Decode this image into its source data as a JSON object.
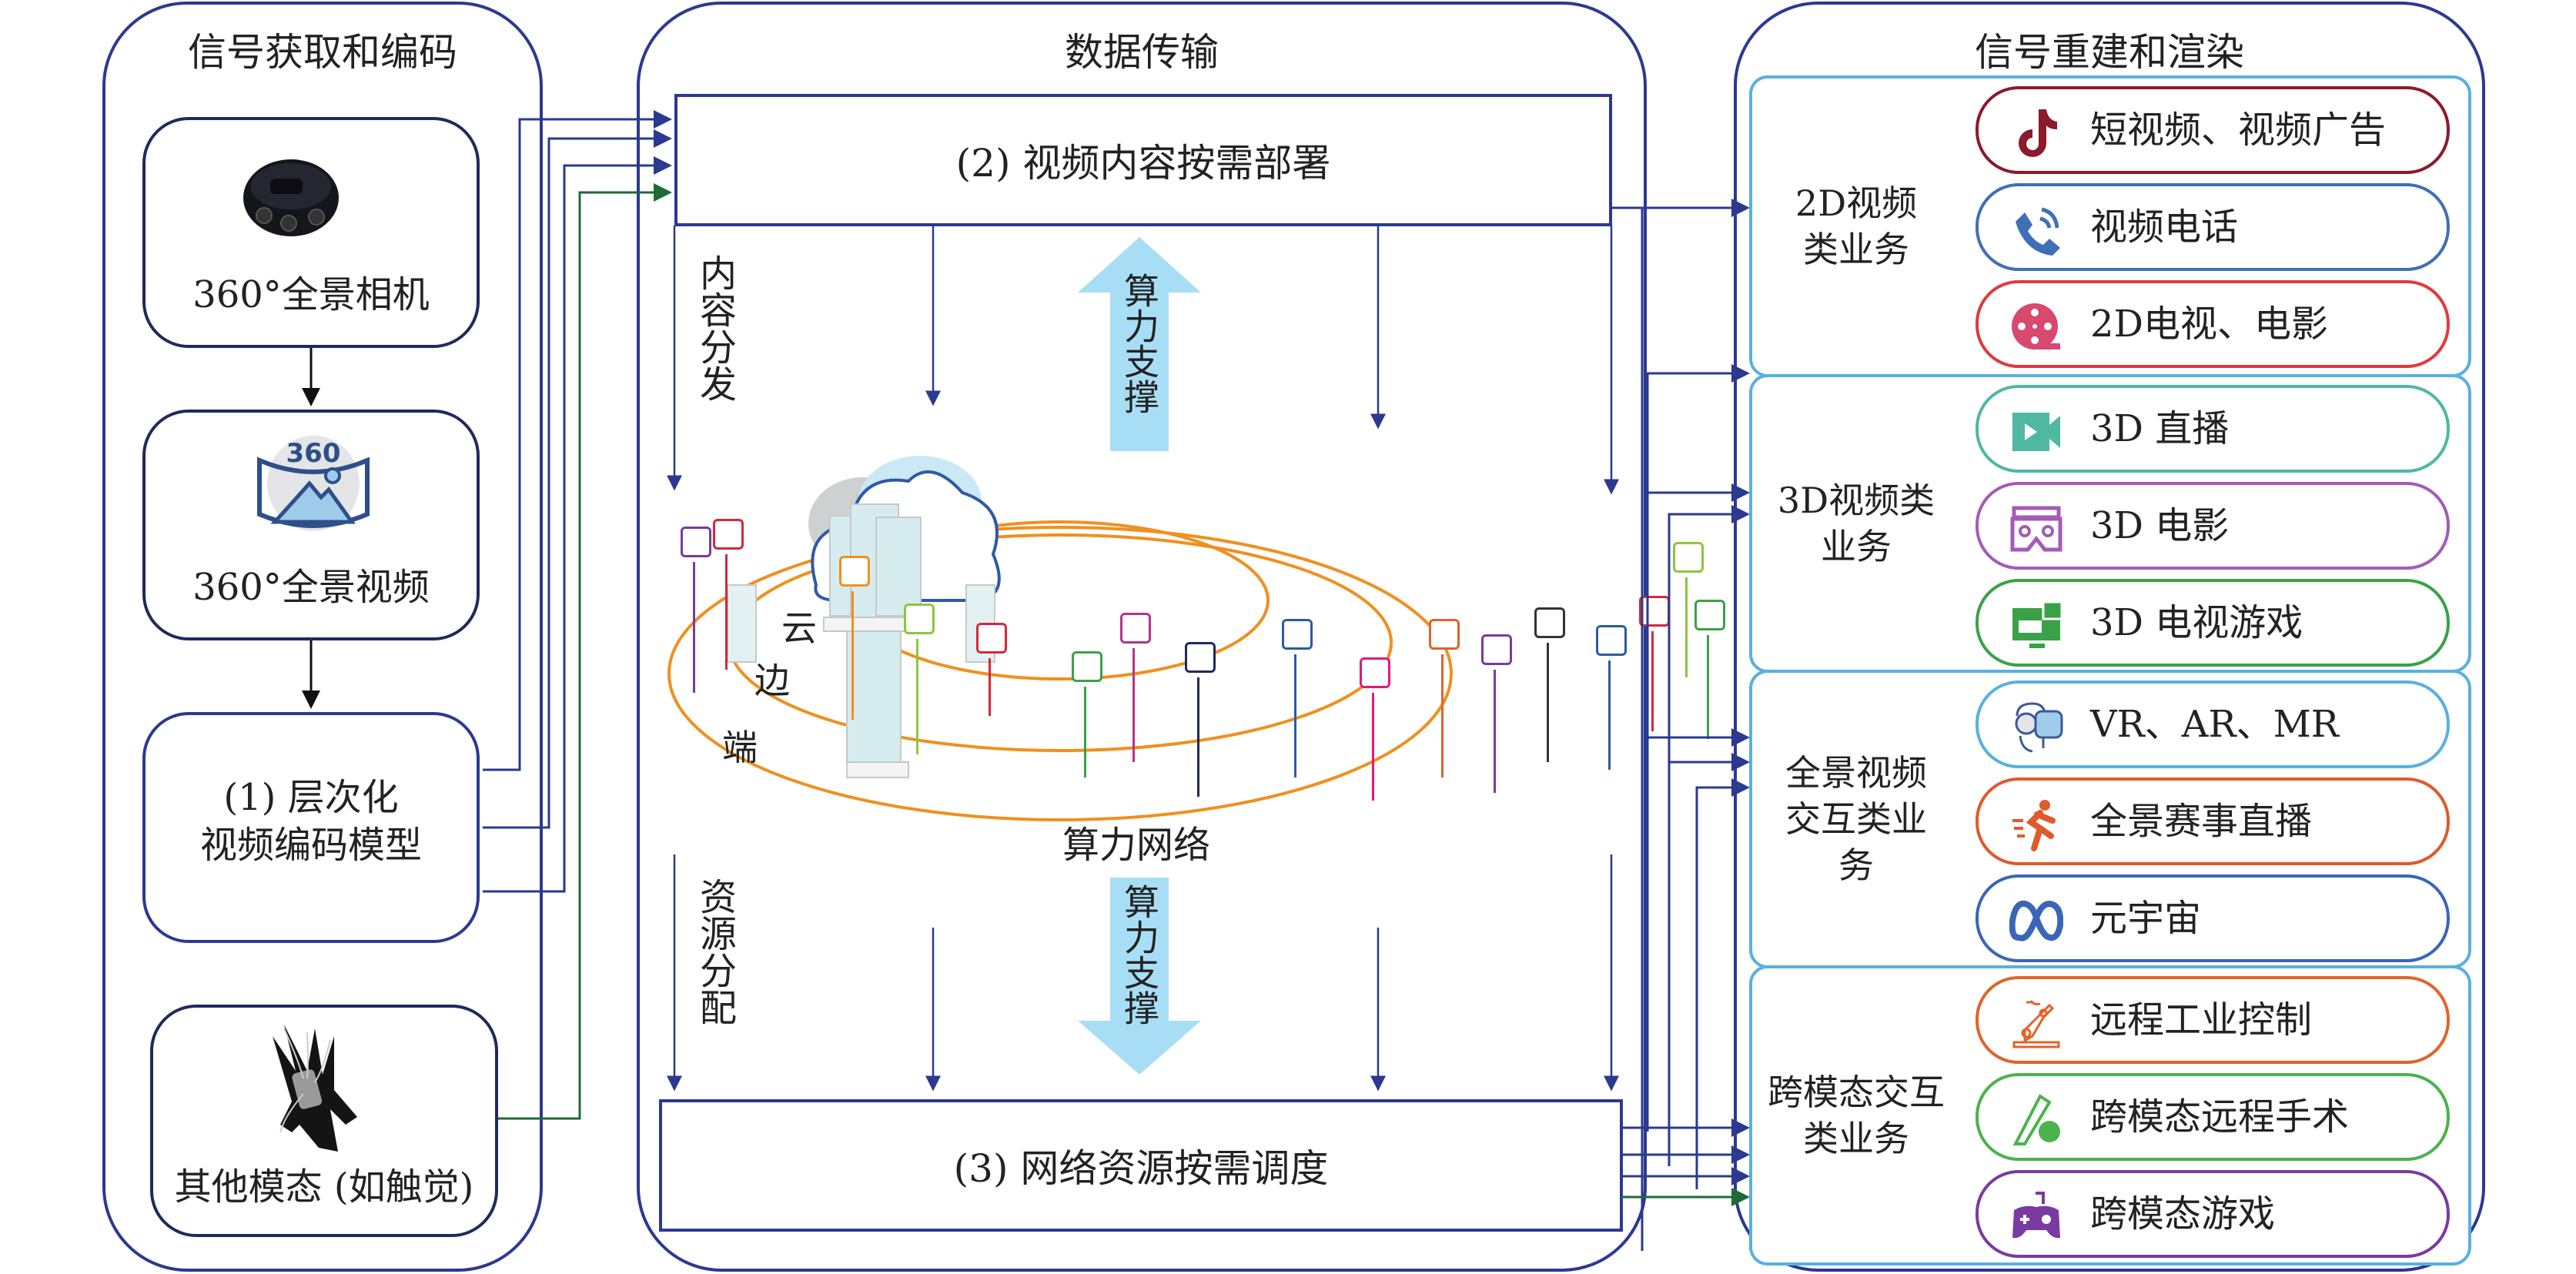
{
  "left_panel": {
    "title": "信号获取和编码",
    "boxes": [
      {
        "label": "360°全景相机",
        "icon": "panoramic-camera"
      },
      {
        "label": "360°全景视频",
        "icon": "360-video-icon",
        "icon_text": "360"
      },
      {
        "label_line1": "(1) 层次化",
        "label_line2": "视频编码模型"
      },
      {
        "label": "其他模态 (如触觉)",
        "icon": "haptic-glove"
      }
    ]
  },
  "middle_panel": {
    "title": "数据传输",
    "box_top": "(2) 视频内容按需部署",
    "box_bottom": "(3) 网络资源按需调度",
    "side_label_top": "内容分发",
    "side_label_bottom": "资源分配",
    "support_up": "算力支撑",
    "support_down": "算力支撑",
    "network": {
      "label_cloud": "云",
      "label_edge": "边",
      "label_end": "端",
      "caption": "算力网络"
    }
  },
  "right_panel": {
    "title": "信号重建和渲染",
    "groups": [
      {
        "label": "2D视频\n类业务",
        "services": [
          {
            "label": "短视频、视频广告",
            "icon": "tiktok-icon",
            "color": "#8b1a2b"
          },
          {
            "label": "视频电话",
            "icon": "phone-call-icon",
            "color": "#3f6fb5"
          },
          {
            "label": "2D电视、电影",
            "icon": "film-reel-icon",
            "color": "#e0393e"
          }
        ]
      },
      {
        "label": "3D视频类\n业务",
        "services": [
          {
            "label": "3D 直播",
            "icon": "video-camera-icon",
            "color": "#4fb8a0"
          },
          {
            "label": "3D 电影",
            "icon": "vr-glasses-icon",
            "color": "#a35bb5"
          },
          {
            "label": "3D 电视游戏",
            "icon": "3d-tv-icon",
            "color": "#3aa148"
          }
        ]
      },
      {
        "label": "全景视频\n交互类业\n务",
        "services": [
          {
            "label": "VR、AR、MR",
            "icon": "vr-headset-icon",
            "color": "#5ab0e0"
          },
          {
            "label": "全景赛事直播",
            "icon": "runner-icon",
            "color": "#e05a2b"
          },
          {
            "label": "元宇宙",
            "icon": "meta-infinity-icon",
            "color": "#3a66b5"
          }
        ]
      },
      {
        "label": "跨模态交互\n类业务",
        "services": [
          {
            "label": "远程工业控制",
            "icon": "robot-arm-icon",
            "color": "#e0642b"
          },
          {
            "label": "跨模态远程手术",
            "icon": "scalpel-icon",
            "color": "#4bb34b"
          },
          {
            "label": "跨模态游戏",
            "icon": "gamepad-icon",
            "color": "#7a3aa0"
          }
        ]
      }
    ]
  },
  "colors": {
    "navy": "#2b3990",
    "green_line": "#1e6b35",
    "orange_ring": "#f0901e",
    "support_arrow": "#a8def5",
    "group_border": "#5ab0e0"
  }
}
